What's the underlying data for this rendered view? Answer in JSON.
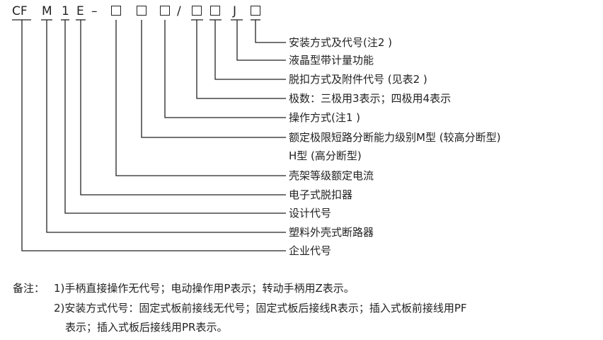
{
  "model": {
    "cf": "CF",
    "m": "M",
    "one": "1",
    "e": "E",
    "dash": "–",
    "slash": "/",
    "j": "J"
  },
  "labels": [
    "安装方式及代号(注2 )",
    "液晶型带计量功能",
    "脱扣方式及附件代号 (见表2 )",
    "极数：三极用3表示；四极用4表示",
    "操作方式(注1 )",
    "额定极限短路分断能力级别M型 (较高分断型)",
    "H型 (高分断型)",
    "壳架等级额定电流",
    "电子式脱扣器",
    "设计代号",
    "塑料外壳式断路器",
    "企业代号"
  ],
  "notes": {
    "prefix": "备注：",
    "n1": "1)手柄直接操作无代号；电动操作用P表示；转动手柄用Z表示。",
    "n2a": "2)安装方式代号：固定式板前接线无代号；固定式板后接线R表示；插入式板前接线用PF",
    "n2b": "表示；插入式板后接线用PR表示。"
  }
}
